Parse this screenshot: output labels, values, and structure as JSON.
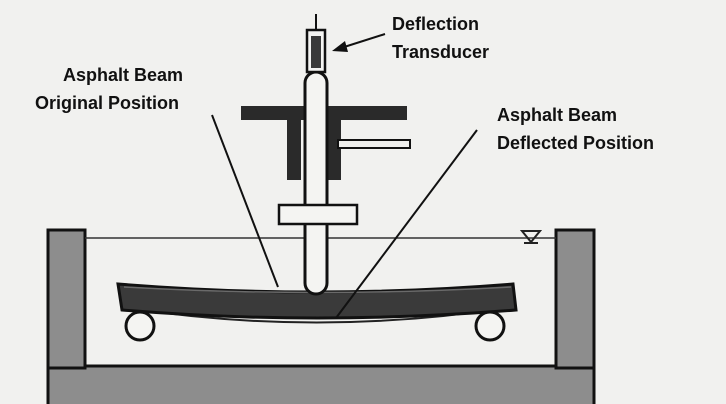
{
  "labels": {
    "transducer": [
      "Deflection",
      "Transducer"
    ],
    "original": [
      "Asphalt Beam",
      "Original Position"
    ],
    "deflected": [
      "Asphalt Beam",
      "Deflected Position"
    ]
  },
  "colors": {
    "background": "#f1f1ef",
    "tank_wall": "#8d8d8d",
    "beam": "#3a3a3a",
    "loading_frame": "#2a2a2a",
    "outline": "#111111"
  },
  "icons": {
    "water_level": "water-level-triangle-icon"
  }
}
